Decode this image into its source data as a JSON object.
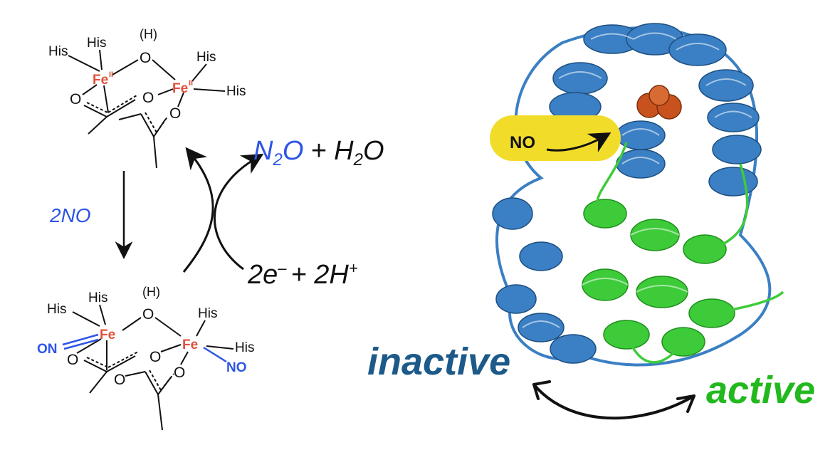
{
  "colors": {
    "iron": "#e0503c",
    "no_blue": "#2e55e6",
    "inactive_blue": "#1c5a8a",
    "active_green": "#22b81e",
    "helix_blue": "#3b7fc4",
    "helix_green": "#3ecb3a",
    "highlight_yellow": "#f2dc2a",
    "iron_sphere": "#c8521e"
  },
  "top_complex": {
    "his": [
      "His",
      "His",
      "His",
      "His"
    ],
    "h": "(H)",
    "o_bridge": "O",
    "fe1": "Fe",
    "fe1_ox": "II",
    "fe2": "Fe",
    "fe2_ox": "II",
    "o_labels": [
      "O",
      "O",
      "O"
    ]
  },
  "bottom_complex": {
    "his": [
      "His",
      "His",
      "His",
      "His"
    ],
    "h": "(H)",
    "o_bridge": "O",
    "fe1": "Fe",
    "fe2": "Fe",
    "no_left": "ON",
    "no_right": "NO",
    "o_labels": [
      "O",
      "O",
      "O",
      "O"
    ]
  },
  "reaction": {
    "reagent": "2NO",
    "product_n": "N",
    "product_sub": "2",
    "product_o": "O",
    "plus_water_a": "+ H",
    "plus_water_sub": "2",
    "plus_water_b": "O",
    "electrons": "2e",
    "electrons_sup": "–",
    "protons": "+ 2H",
    "protons_sup": "+"
  },
  "protein": {
    "no_label": "NO",
    "inactive_label": "inactive",
    "active_label": "active",
    "icons": [
      "protein-ribbon-icon",
      "iron-center-icon",
      "curved-arrow-icon",
      "double-arrow-icon"
    ]
  }
}
